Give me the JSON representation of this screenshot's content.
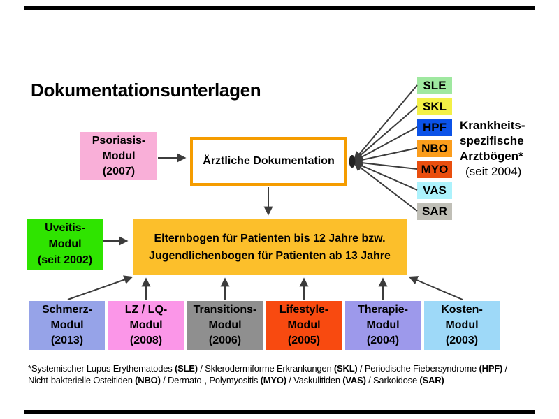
{
  "title": "Dokumentationsunterlagen",
  "nodes": {
    "psoriasis": {
      "line1": "Psoriasis-",
      "line2": "Modul",
      "line3": "(2007)",
      "bg": "#F9AFD8"
    },
    "aerztliche": {
      "label": "Ärztliche Dokumentation",
      "border": "#F59C00"
    },
    "uveitis": {
      "line1": "Uveitis-",
      "line2": "Modul",
      "line3": "(seit 2002)",
      "bg": "#2FE400"
    },
    "eltern": {
      "bg": "#FCBF2B",
      "line1_segments": [
        {
          "t": "Elternbogen für Patienten bis 12 Jahre",
          "b": true
        },
        {
          "t": " bzw.",
          "b": false
        }
      ],
      "line2": "Jugendlichenbogen für Patienten ab 13 Jahre"
    }
  },
  "disease_tags": [
    {
      "label": "SLE",
      "bg": "#9FE8A0"
    },
    {
      "label": "SKL",
      "bg": "#F3F046"
    },
    {
      "label": "HPF",
      "bg": "#0B52E8"
    },
    {
      "label": "NBO",
      "bg": "#FB9D1C"
    },
    {
      "label": "MYO",
      "bg": "#E94E0E"
    },
    {
      "label": "VAS",
      "bg": "#ACF2FC"
    },
    {
      "label": "SAR",
      "bg": "#C0BFB7"
    }
  ],
  "disease_note": {
    "line1": "Krankheits-",
    "line2": "spezifische",
    "line3": "Arztbögen*",
    "line4": "(seit 2004)"
  },
  "bottom_modules": [
    {
      "line1": "Schmerz-",
      "line2": "Modul",
      "line3": "(2013)",
      "bg": "#96A3E8"
    },
    {
      "line1": "LZ / LQ-",
      "line2": "Modul",
      "line3": "(2008)",
      "bg": "#FB96E8"
    },
    {
      "line1": "Transitions-",
      "line2": "Modul",
      "line3": "(2006)",
      "bg": "#8F8F8F"
    },
    {
      "line1": "Lifestyle-",
      "line2": "Modul",
      "line3": "(2005)",
      "bg": "#F84A10"
    },
    {
      "line1": "Therapie-",
      "line2": "Modul",
      "line3": "(2004)",
      "bg": "#9D99EB"
    },
    {
      "line1": "Kosten-",
      "line2": "Modul",
      "line3": "(2003)",
      "bg": "#9ED9F8"
    }
  ],
  "footnote": {
    "line1": [
      {
        "t": "*Systemischer Lupus Erythematodes ",
        "b": false
      },
      {
        "t": "(SLE)",
        "b": true
      },
      {
        "t": " / Sklerodermiforme Erkrankungen ",
        "b": false
      },
      {
        "t": "(SKL)",
        "b": true
      },
      {
        "t": " / Periodische Fiebersyndrome ",
        "b": false
      },
      {
        "t": "(HPF)",
        "b": true
      },
      {
        "t": " /",
        "b": false
      }
    ],
    "line2": [
      {
        "t": "Nicht-bakterielle Osteitiden ",
        "b": false
      },
      {
        "t": "(NBO)",
        "b": true
      },
      {
        "t": " / Dermato-, Polymyositis ",
        "b": false
      },
      {
        "t": "(MYO)",
        "b": true
      },
      {
        "t": " / Vaskulitiden ",
        "b": false
      },
      {
        "t": "(VAS)",
        "b": true
      },
      {
        "t": " / Sarkoidose ",
        "b": false
      },
      {
        "t": "(SAR)",
        "b": true
      }
    ]
  }
}
